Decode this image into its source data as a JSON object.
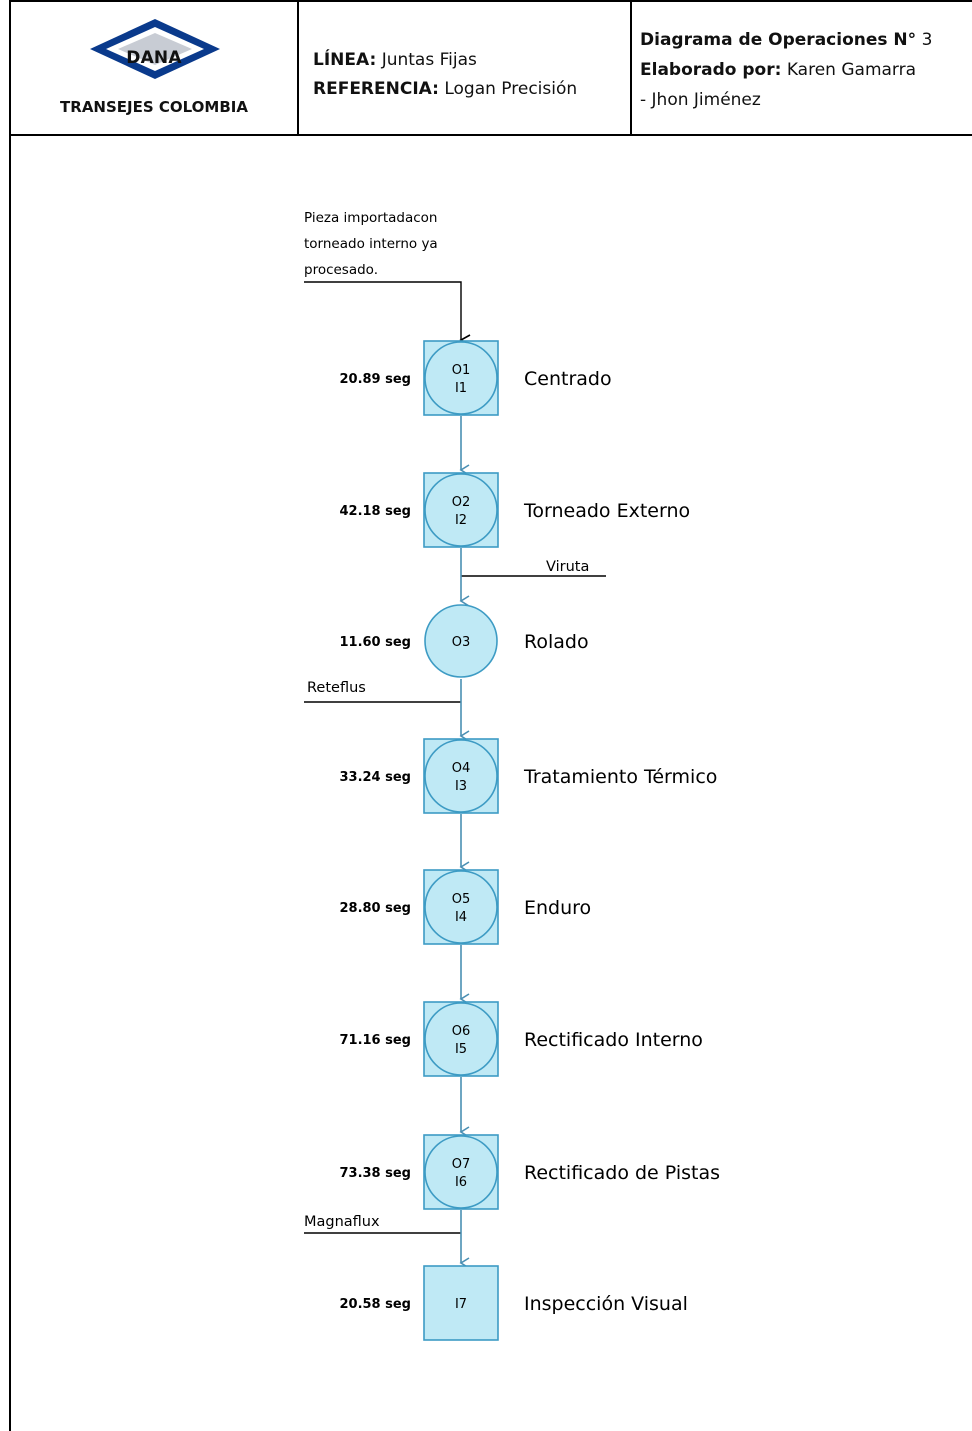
{
  "header": {
    "logo": {
      "brand": "DANA",
      "company": "TRANSEJES COLOMBIA"
    },
    "linea_label": "LÍNEA:",
    "linea_value": "Juntas Fijas",
    "referencia_label": "REFERENCIA:",
    "referencia_value": "Logan Precisión",
    "diagram_label": "Diagrama de Operaciones N°",
    "diagram_number": "3",
    "elaborado_label": "Elaborado por:",
    "elaborado_value_1": "Karen Gamarra",
    "elaborado_value_2": "- Jhon Jiménez"
  },
  "input_note": [
    "Pieza importadacon",
    "torneado interno ya",
    "procesado."
  ],
  "side_inputs": {
    "viruta": "Viruta",
    "reteflus": "Reteflus",
    "magnaflux": "Magnaflux"
  },
  "steps": [
    {
      "symbol_line1": "O1",
      "symbol_line2": "I1",
      "time": "20.89 seg",
      "name": "Centrado",
      "type": "combined"
    },
    {
      "symbol_line1": "O2",
      "symbol_line2": "I2",
      "time": "42.18 seg",
      "name": "Torneado Externo",
      "type": "combined"
    },
    {
      "symbol_line1": "O3",
      "symbol_line2": "",
      "time": "11.60 seg",
      "name": "Rolado",
      "type": "operation"
    },
    {
      "symbol_line1": "O4",
      "symbol_line2": "I3",
      "time": "33.24 seg",
      "name": "Tratamiento Térmico",
      "type": "combined"
    },
    {
      "symbol_line1": "O5",
      "symbol_line2": "I4",
      "time": "28.80 seg",
      "name": "Enduro",
      "type": "combined"
    },
    {
      "symbol_line1": "O6",
      "symbol_line2": "I5",
      "time": "71.16 seg",
      "name": "Rectificado Interno",
      "type": "combined"
    },
    {
      "symbol_line1": "O7",
      "symbol_line2": "I6",
      "time": "73.38 seg",
      "name": "Rectificado de Pistas",
      "type": "combined"
    },
    {
      "symbol_line1": "I7",
      "symbol_line2": "",
      "time": "20.58 seg",
      "name": "Inspección Visual",
      "type": "inspection"
    }
  ],
  "colors": {
    "fill": "#bfe9f5",
    "stroke": "#3d9bc4",
    "connector": "#4a8fb3",
    "dana_blue": "#0a3a8c"
  }
}
